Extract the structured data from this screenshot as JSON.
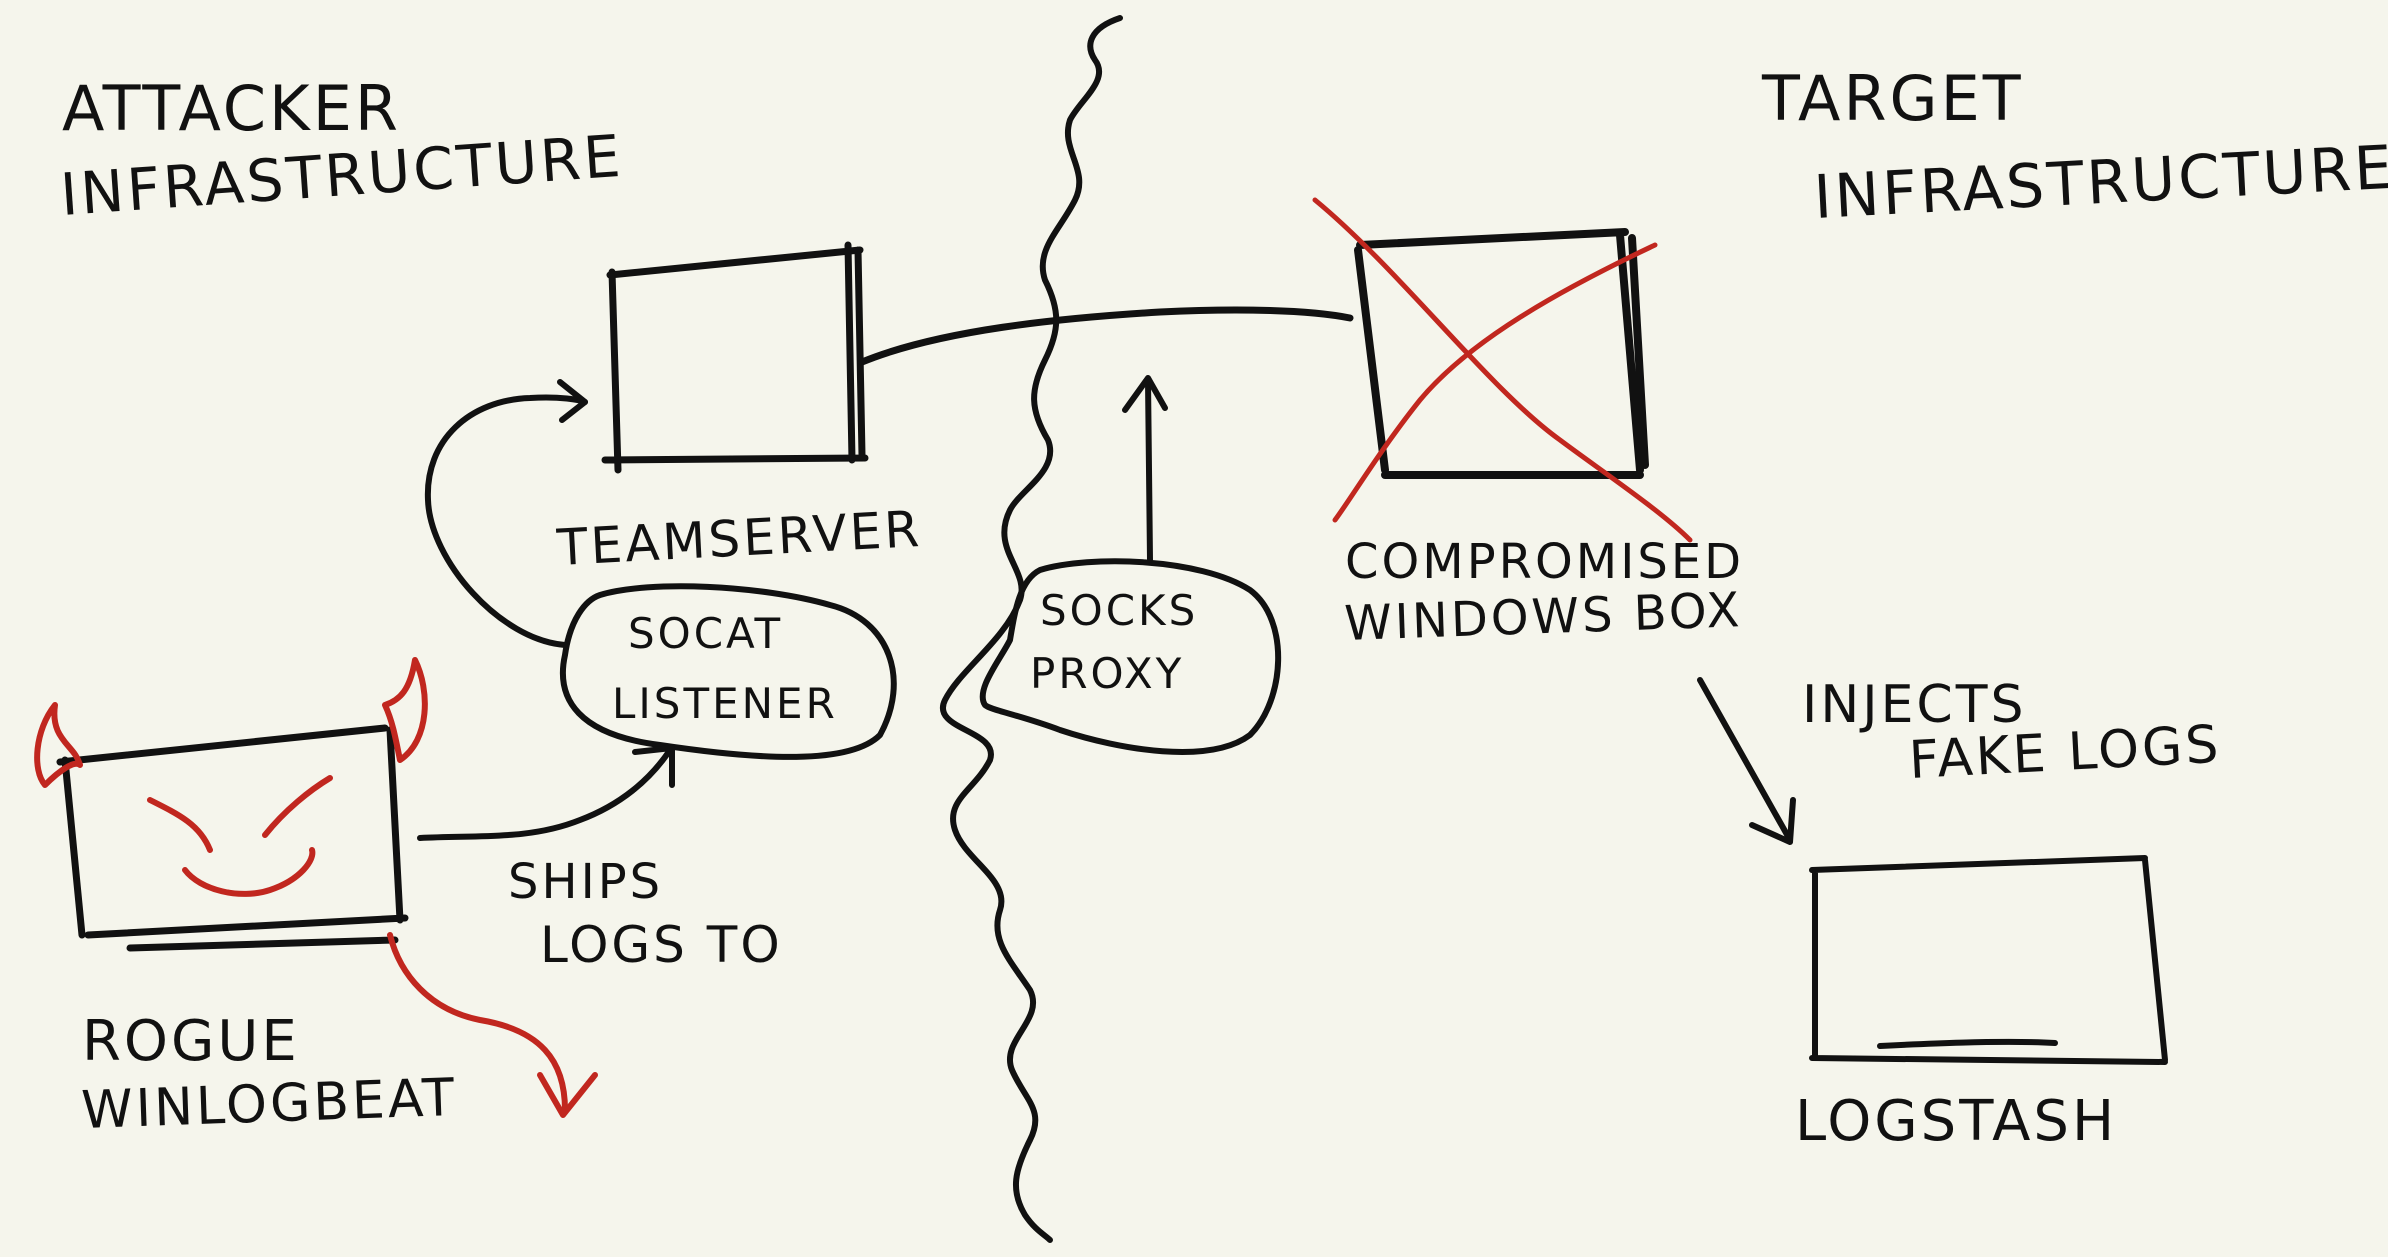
{
  "colors": {
    "background": "#f5f5ec",
    "ink": "#111111",
    "accent_red": "#c1271f"
  },
  "regions": {
    "attacker_line1": "ATTACKER",
    "attacker_line2": "INFRASTRUCTURE",
    "target_line1": "TARGET",
    "target_line2": "INFRASTRUCTURE"
  },
  "nodes": {
    "teamserver": "TEAMSERVER",
    "socat_line1": "SOCAT",
    "socat_line2": "LISTENER",
    "socks_line1": "SOCKS",
    "socks_line2": "PROXY",
    "compromised_line1": "COMPROMISED",
    "compromised_line2": "WINDOWS BOX",
    "rogue_line1": "ROGUE",
    "rogue_line2": "WINLOGBEAT",
    "logstash": "LOGSTASH"
  },
  "edges": {
    "ships_line1": "SHIPS",
    "ships_line2": "LOGS TO",
    "injects_line1": "INJECTS",
    "injects_line2": "FAKE LOGS"
  }
}
